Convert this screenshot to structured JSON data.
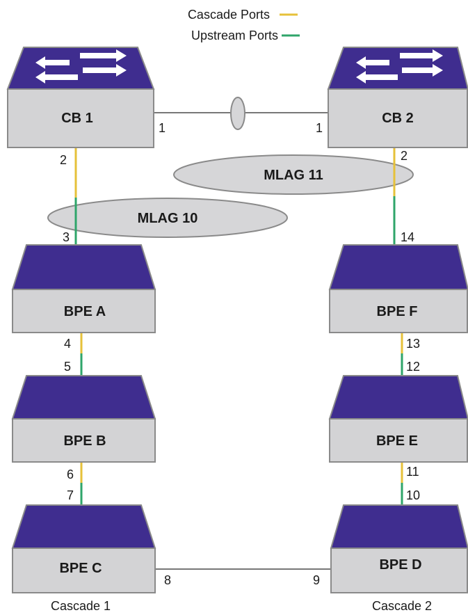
{
  "legend": {
    "cascade_label": "Cascade Ports",
    "upstream_label": "Upstream Ports"
  },
  "colors": {
    "cascade": "#e6c13a",
    "upstream": "#2fa56a",
    "link": "#777777",
    "switch_top": "#3f2d8f",
    "switch_body": "#d3d3d5",
    "switch_outline": "#8a8a8a",
    "mlag_fill": "#d6d6d8"
  },
  "devices": {
    "cb1": "CB 1",
    "cb2": "CB 2",
    "bpe_a": "BPE A",
    "bpe_b": "BPE B",
    "bpe_c": "BPE C",
    "bpe_d": "BPE D",
    "bpe_e": "BPE E",
    "bpe_f": "BPE F"
  },
  "mlag": {
    "mlag10": "MLAG 10",
    "mlag11": "MLAG 11"
  },
  "ports": {
    "cb1_cb2_left": "1",
    "cb1_cb2_right": "1",
    "cb1_down": "2",
    "cb2_down": "2",
    "bpe_a_up": "3",
    "bpe_a_down": "4",
    "bpe_b_up": "5",
    "bpe_b_down": "6",
    "bpe_c_up": "7",
    "bpe_c_right": "8",
    "bpe_d_left": "9",
    "bpe_d_up": "10",
    "bpe_e_down": "11",
    "bpe_e_up": "12",
    "bpe_f_down": "13",
    "bpe_f_up": "14"
  },
  "cascades": {
    "left": "Cascade 1",
    "right": "Cascade 2"
  }
}
